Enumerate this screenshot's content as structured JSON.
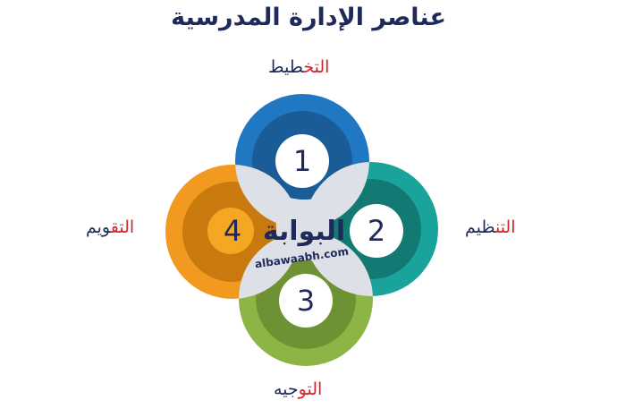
{
  "title": "عناصر الإدارة المدرسية",
  "elements": [
    {
      "number": "1",
      "label_highlight": "التخ",
      "label_rest": "طيط",
      "color": "#1f78c1"
    },
    {
      "number": "2",
      "label_highlight": "التن",
      "label_rest": "ظيم",
      "color": "#1aa39a"
    },
    {
      "number": "3",
      "label_highlight": "التو",
      "label_rest": "جيه",
      "color": "#8db545"
    },
    {
      "number": "4",
      "label_highlight": "التق",
      "label_rest": "ويم",
      "color": "#f29a1f"
    }
  ],
  "watermark": {
    "arabic": "البوابة",
    "latin": "albawaabh.com"
  },
  "colors": {
    "title": "#1f2a5a",
    "highlight": "#d0252b",
    "center": "#dde1e7"
  }
}
